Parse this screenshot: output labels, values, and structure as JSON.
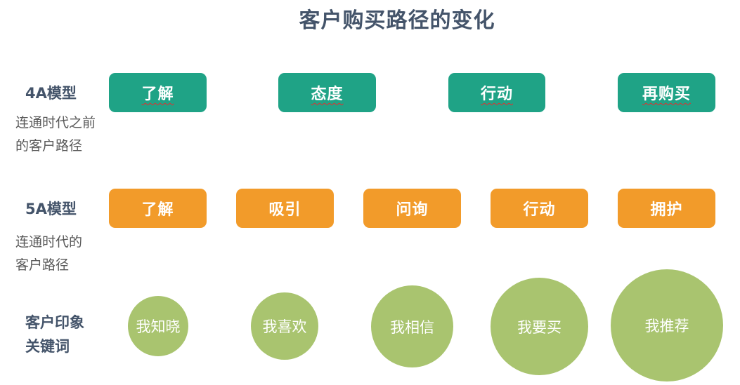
{
  "title": "客户购买路径的变化",
  "model4a": {
    "label": "4A模型",
    "desc_lines": [
      "连通时代之前",
      "的客户路径"
    ],
    "steps": [
      "了解",
      "态度",
      "行动",
      "再购买"
    ]
  },
  "model5a": {
    "label": "5A模型",
    "desc_lines": [
      "连通时代的",
      "客户路径"
    ],
    "steps": [
      "了解",
      "吸引",
      "问询",
      "行动",
      "拥护"
    ]
  },
  "keywords": {
    "label_lines": [
      "客户印象",
      "关键词"
    ],
    "items": [
      "我知晓",
      "我喜欢",
      "我相信",
      "我要买",
      "我推荐"
    ]
  },
  "colors": {
    "title": "#44546a",
    "green": "#1fa386",
    "orange": "#f29b2a",
    "circle": "#a9c46f"
  }
}
